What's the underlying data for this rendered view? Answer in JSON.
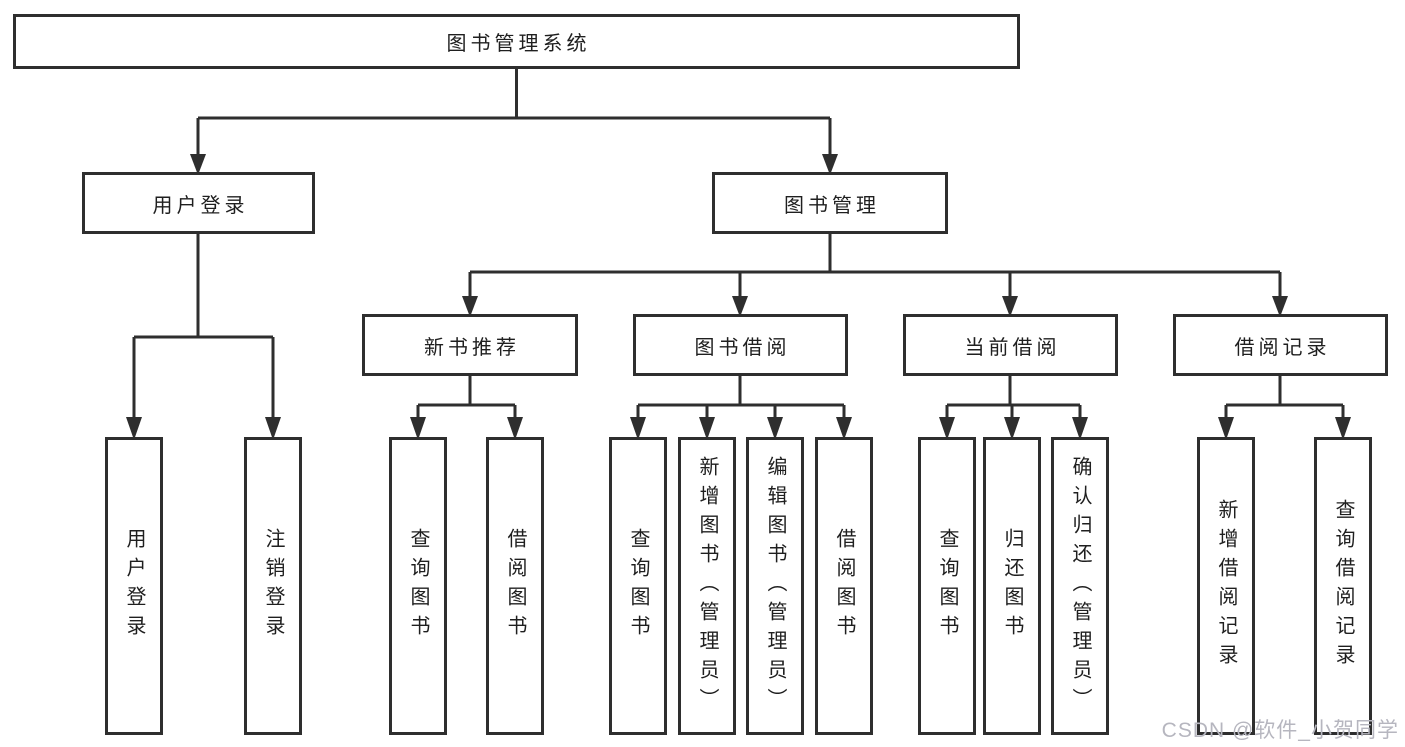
{
  "nodes": {
    "root": "图书管理系统",
    "level2": {
      "user_login": "用户登录",
      "book_management": "图书管理"
    },
    "level3": {
      "new_book_recommend": "新书推荐",
      "book_borrow": "图书借阅",
      "current_borrow": "当前借阅",
      "borrow_records": "借阅记录"
    },
    "leaves": {
      "user_login": "用户登录",
      "logout": "注销登录",
      "recommend_query_book": "查询图书",
      "recommend_borrow_book": "借阅图书",
      "borrow_query_book": "查询图书",
      "borrow_add_book": "新增图书（管理员）",
      "borrow_edit_book": "编辑图书（管理员）",
      "borrow_borrow_book": "借阅图书",
      "current_query_book": "查询图书",
      "current_return_book": "归还图书",
      "current_confirm_return": "确认归还（管理员）",
      "records_add_record": "新增借阅记录",
      "records_query_record": "查询借阅记录"
    }
  },
  "watermark": "CSDN @软件_小贺同学",
  "colors": {
    "line": "#2e2e2e",
    "text": "#1f1f1f",
    "background": "#ffffff",
    "watermark": "#b6b6bf"
  }
}
